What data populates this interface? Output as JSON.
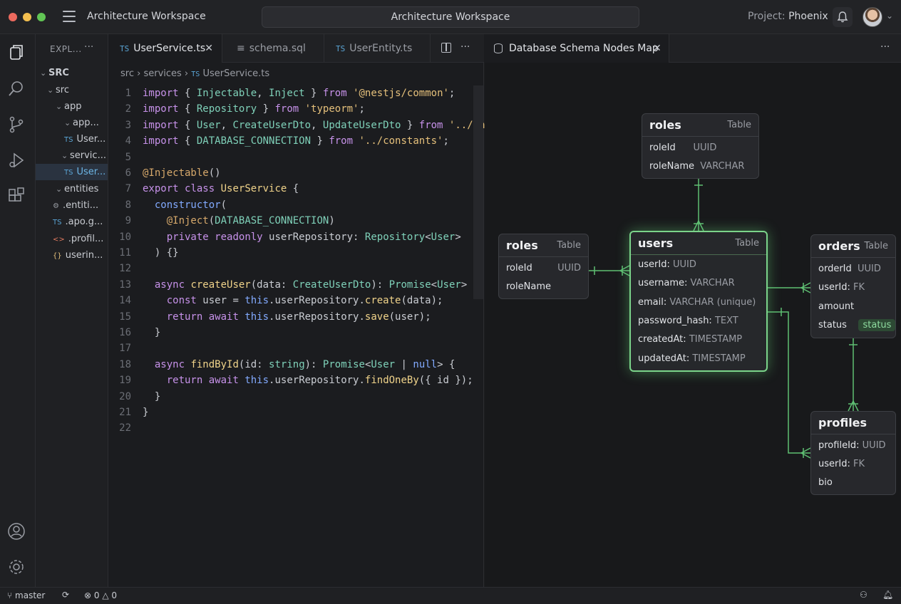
{
  "titlebar": {
    "app_title": "Architecture Workspace",
    "command_center": "Architecture Workspace",
    "project_prefix": "Project:",
    "project_name": "Phoenix"
  },
  "explorer": {
    "title": "EXPL...",
    "more": "···",
    "items": [
      {
        "label": "SRC",
        "chev": "⌄",
        "icon": ""
      },
      {
        "label": "src",
        "chev": "⌄",
        "icon": ""
      },
      {
        "label": "app",
        "chev": "⌄",
        "icon": ""
      },
      {
        "label": "app...",
        "chev": "⌄",
        "icon": ""
      },
      {
        "label": "User...",
        "chev": "",
        "icon": "TS"
      },
      {
        "label": "servic...",
        "chev": "⌄",
        "icon": ""
      },
      {
        "label": "User...",
        "chev": "",
        "icon": "TS"
      },
      {
        "label": "entities",
        "chev": "⌄",
        "icon": ""
      },
      {
        "label": ".entiti...",
        "chev": "",
        "icon": "⚙"
      },
      {
        "label": ".apo.g...",
        "chev": "",
        "icon": "TS"
      },
      {
        "label": ".profil...",
        "chev": "",
        "icon": "<>"
      },
      {
        "label": "userin...",
        "chev": "",
        "icon": "{}"
      }
    ]
  },
  "editor": {
    "tabs": [
      {
        "label": "UserService.ts",
        "prefix": "TS"
      },
      {
        "label": "schema.sql",
        "prefix": "≡"
      },
      {
        "label": "UserEntity.ts",
        "prefix": "TS"
      }
    ],
    "breadcrumb": {
      "part1": "src",
      "part2": "services",
      "file_prefix": "TS",
      "file": "UserService.ts"
    },
    "line_numbers": [
      "1",
      "2",
      "3",
      "4",
      "5",
      "6",
      "7",
      "8",
      "9",
      "10",
      "11",
      "12",
      "13",
      "14",
      "15",
      "16",
      "17",
      "18",
      "19",
      "20",
      "21",
      "22"
    ]
  },
  "diagram": {
    "tab_label": "Database Schema Nodes Map",
    "more": "···",
    "nodes": {
      "roles_top": {
        "name": "roles",
        "kind": "Table",
        "fields": [
          [
            "roleId",
            "UUID"
          ],
          [
            "roleName",
            "VARCHAR"
          ]
        ]
      },
      "roles_left": {
        "name": "roles",
        "kind": "Table",
        "fields": [
          [
            "roleId",
            "UUID"
          ],
          [
            "roleName",
            ""
          ]
        ]
      },
      "users": {
        "name": "users",
        "kind": "Table",
        "fields": [
          [
            "userId:",
            "UUID"
          ],
          [
            "username:",
            "VARCHAR"
          ],
          [
            "email:",
            "VARCHAR (unique)"
          ],
          [
            "password_hash:",
            "TEXT"
          ],
          [
            "createdAt:",
            "TIMESTAMP"
          ],
          [
            "updatedAt:",
            "TIMESTAMP"
          ]
        ]
      },
      "orders": {
        "name": "orders",
        "kind": "Table",
        "fields": [
          [
            "orderId",
            "UUID"
          ],
          [
            "userId:",
            "FK"
          ],
          [
            "amount",
            ""
          ],
          [
            "status",
            ""
          ]
        ],
        "status_badge": "status"
      },
      "profiles": {
        "name": "profiles",
        "fields": [
          [
            "profileId:",
            "UUID"
          ],
          [
            "userId:",
            "FK"
          ],
          [
            "bio",
            ""
          ]
        ]
      }
    },
    "edge_color": "#5fbf73"
  },
  "statusbar": {
    "branch": "master",
    "errors": "0",
    "warnings": "0"
  },
  "colors": {
    "accent_green": "#7bd48a",
    "ts_blue": "#5aa5d6"
  }
}
